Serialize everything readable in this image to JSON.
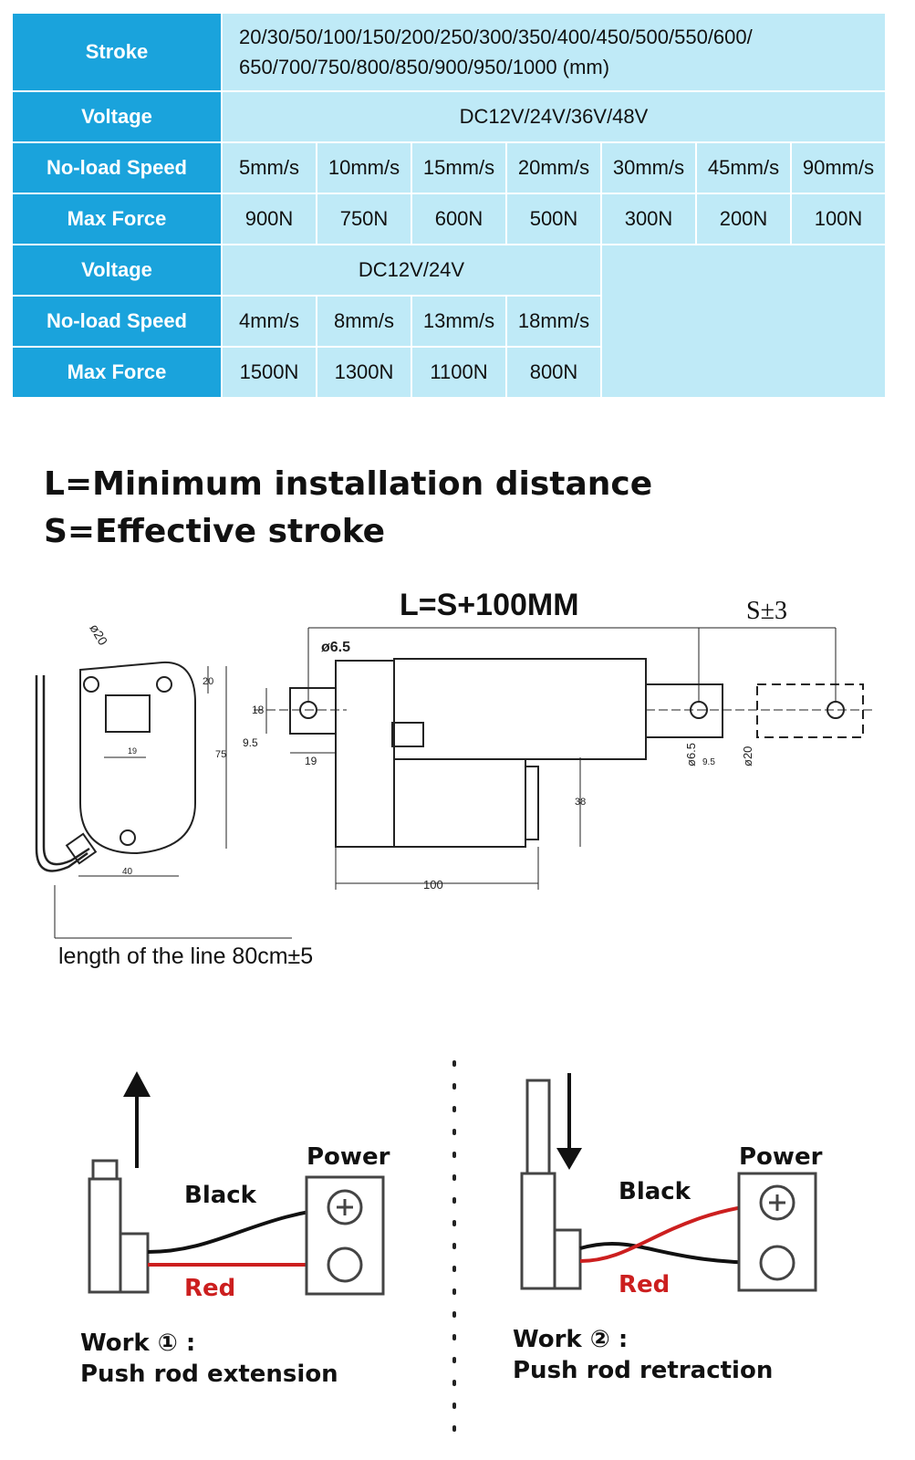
{
  "spec_table": {
    "stroke": {
      "label": "Stroke",
      "value_line1": "20/30/50/100/150/200/250/300/350/400/450/500/550/600/",
      "value_line2": "650/700/750/800/850/900/950/1000 (mm)"
    },
    "group1": {
      "voltage_label": "Voltage",
      "voltage_value": "DC12V/24V/36V/48V",
      "speed_label": "No-load Speed",
      "speeds": [
        "5mm/s",
        "10mm/s",
        "15mm/s",
        "20mm/s",
        "30mm/s",
        "45mm/s",
        "90mm/s"
      ],
      "force_label": "Max Force",
      "forces": [
        "900N",
        "750N",
        "600N",
        "500N",
        "300N",
        "200N",
        "100N"
      ]
    },
    "group2": {
      "voltage_label": "Voltage",
      "voltage_value": "DC12V/24V",
      "speed_label": "No-load Speed",
      "speeds": [
        "4mm/s",
        "8mm/s",
        "13mm/s",
        "18mm/s"
      ],
      "force_label": "Max Force",
      "forces": [
        "1500N",
        "1300N",
        "1100N",
        "800N"
      ]
    },
    "colors": {
      "header_bg": "#1aa3dc",
      "cell_bg": "#bfeaf7"
    }
  },
  "definitions": {
    "l_def": "L=Minimum installation distance",
    "s_def": "S=Effective stroke"
  },
  "drawing": {
    "formula": "L=S+100MM",
    "stroke_tol": "S±3",
    "dims": {
      "d20_front": "ø20",
      "d6_5_top": "ø6.5",
      "d20_small": "20",
      "d75": "75",
      "d19_front": "19",
      "d40": "40",
      "d18": "18",
      "d9_5": "9.5",
      "d19": "19",
      "d38": "38",
      "d100": "100",
      "d6_5_rod": "ø6.5",
      "d9_5_rod": "9.5",
      "d20_rod": "ø20"
    },
    "cable_note": "length of the line 80cm±5"
  },
  "wiring": {
    "left": {
      "power_label": "Power",
      "black_label": "Black",
      "red_label": "Red",
      "work_title": "Work ① :",
      "work_desc": "Push rod extension"
    },
    "right": {
      "power_label": "Power",
      "black_label": "Black",
      "red_label": "Red",
      "work_title": "Work ② :",
      "work_desc": "Push rod retraction"
    },
    "colors": {
      "black_wire": "#111111",
      "red_wire": "#cc1f1f",
      "red_text": "#cc1f1f"
    }
  }
}
